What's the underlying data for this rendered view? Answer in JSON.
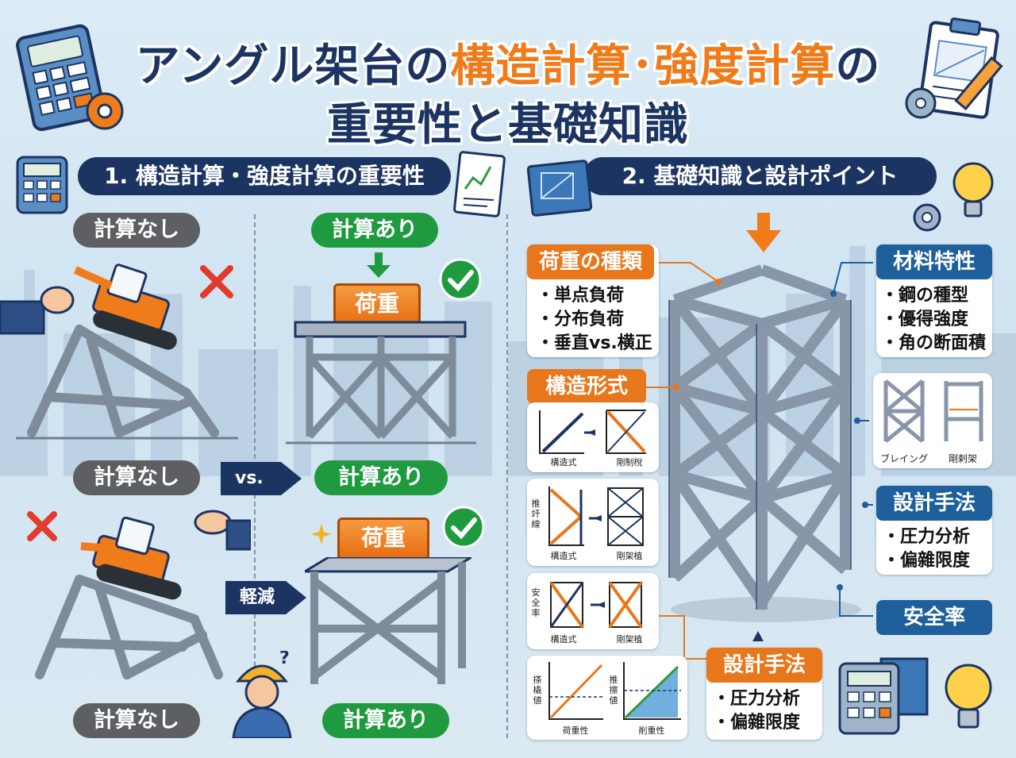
{
  "title": {
    "line1_part1": "アングル架台の",
    "line1_part2": "構造計算･強度計算",
    "line1_part3": "の",
    "line2": "重要性と基礎知識"
  },
  "section1": {
    "heading": "1. 構造計算・強度計算の重要性",
    "row1": {
      "left_label": "計算なし",
      "right_label": "計算あり",
      "load_label": "荷重"
    },
    "row2": {
      "left_label": "計算なし",
      "vs_label": "vs.",
      "right_label": "計算あり"
    },
    "row3": {
      "reduce_label": "軽減",
      "load_label": "荷重"
    },
    "row4": {
      "left_label": "計算なし",
      "right_label": "計算あり"
    }
  },
  "section2": {
    "heading": "2. 基礎知識と設計ポイント",
    "load_types": {
      "title": "荷重の種類",
      "items": [
        "・単点負荷",
        "・分布負荷",
        "・垂直vs.横正"
      ]
    },
    "structure_form": {
      "title": "構造形式"
    },
    "diagrams": {
      "d1": {
        "left": "構造式",
        "right": "剛制梲"
      },
      "d2": {
        "side": "推\n竏\n線",
        "left": "構造式",
        "right": "剛架植"
      },
      "d3": {
        "side": "安\n全\n率",
        "left": "構造式",
        "right": "剛架植"
      },
      "d4": {
        "left_side": "搽\n橇\n値",
        "right_side": "推\n擦\n値",
        "left": "荷重性",
        "right": "削重性"
      }
    },
    "material": {
      "title": "材料特性",
      "items": [
        "・鋼の種型",
        "・優得強度",
        "・角の断面積"
      ]
    },
    "bracing": {
      "left": "ブレイング",
      "right": "剛剌架"
    },
    "design_method_right": {
      "title": "設計手法",
      "items": [
        "・圧力分析",
        "・偏雜限度"
      ]
    },
    "safety_factor": "安全率",
    "design_method_bottom": {
      "title": "設計手法",
      "items": [
        "・圧力分析",
        "・偏雜限度"
      ]
    }
  },
  "colors": {
    "navy": "#1c3461",
    "orange": "#f07b1a",
    "green": "#1f9a3f",
    "gray": "#5d5f62",
    "steel": "#8796a8",
    "blue_tag": "#1e5f9c"
  },
  "icons": [
    "calculator-icon",
    "gear-icon",
    "clipboard-icon",
    "pencil-icon",
    "chart-document-icon",
    "blueprint-icon",
    "lightbulb-icon",
    "check-icon",
    "cross-icon",
    "excavator-icon",
    "hand-icon",
    "worker-icon",
    "down-arrow-icon"
  ]
}
